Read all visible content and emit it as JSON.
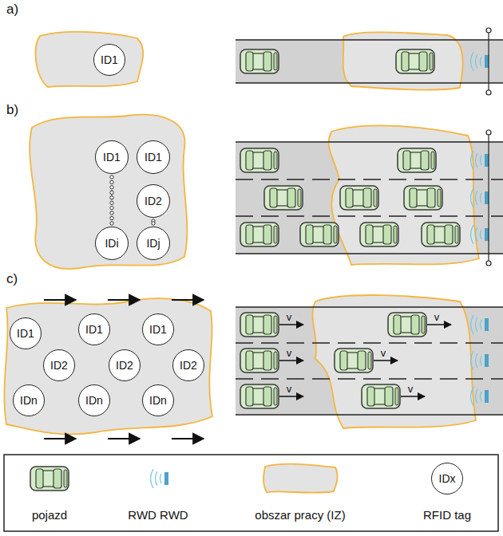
{
  "diagram": {
    "nodes": [
      {
        "text": [
          "ID1"
        ]
      },
      {
        "text": [
          "ID1"
        ]
      },
      {
        "text": [
          "ID1"
        ]
      },
      {
        "text": [
          "ID2"
        ]
      },
      {
        "text": [
          "IDi"
        ]
      },
      {
        "text": [
          "IDj"
        ]
      },
      {
        "text": [
          "ID1"
        ]
      },
      {
        "text": [
          "ID1"
        ]
      },
      {
        "text": [
          "ID1"
        ]
      },
      {
        "text": [
          "ID2"
        ]
      },
      {
        "text": [
          "ID2"
        ]
      },
      {
        "text": [
          "ID2"
        ]
      },
      {
        "text": [
          "IDn"
        ]
      },
      {
        "text": [
          "IDn"
        ]
      },
      {
        "text": [
          "IDn"
        ]
      },
      {
        "text": [
          "IDx"
        ]
      }
    ],
    "edges": [
      {
        "from": 1,
        "to": 4,
        "arrow": "none"
      },
      {
        "from": 3,
        "to": 5,
        "arrow": "none"
      }
    ],
    "labels": [
      "a)",
      "b)",
      "c)",
      "v",
      "v",
      "v",
      "v",
      "v",
      "v"
    ],
    "legend": [
      {
        "text": "pojazd"
      },
      {
        "text": "RWD RWD"
      },
      {
        "text": "obszar pracy (IZ)"
      },
      {
        "text": "RFID tag"
      }
    ]
  }
}
